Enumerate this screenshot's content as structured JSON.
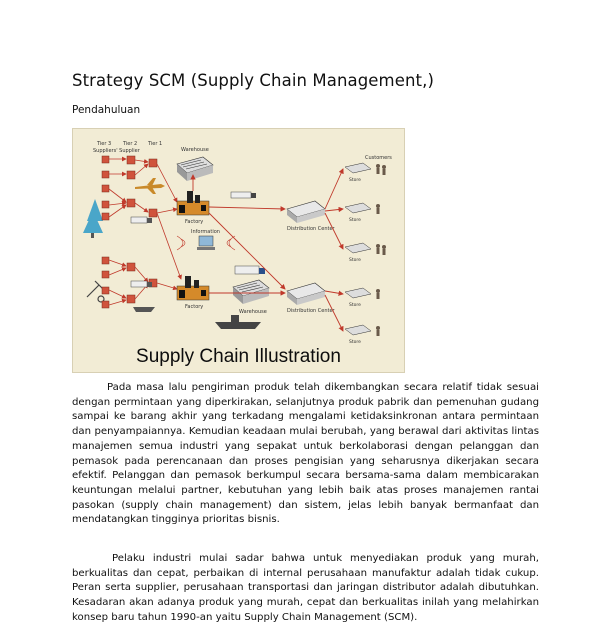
{
  "doc": {
    "title": "Strategy SCM (Supply Chain Management,)",
    "section": "Pendahuluan",
    "figure": {
      "caption": "Supply Chain Illustration",
      "labels": {
        "tier3": "Tier 3",
        "tier2": "Tier 2",
        "tier1": "Tier 1",
        "suppliers_header": "Suppliers' Supplier",
        "warehouse_top": "Warehouse",
        "factory_top": "Factory",
        "factory_bottom": "Factory",
        "information": "Information",
        "warehouse_bottom": "Warehouse",
        "distribution_top": "Distribution Center",
        "distribution_bottom": "Distribution Center",
        "customers": "Customers",
        "store": "Store"
      }
    },
    "paragraphs": [
      "Pada masa lalu pengiriman produk telah dikembangkan secara relatif tidak sesuai dengan permintaan yang diperkirakan, selanjutnya produk pabrik dan pemenuhan gudang sampai ke barang akhir yang terkadang mengalami ketidaksinkronan antara permintaan dan penyampaiannya. Kemudian keadaan mulai berubah, yang berawal dari aktivitas lintas manajemen semua industri yang sepakat untuk berkolaborasi dengan pelanggan dan pemasok pada perencanaan dan proses pengisian yang seharusnya dikerjakan secara efektif. Pelanggan dan pemasok berkumpul secara bersama-sama dalam membicarakan keuntungan melalui partner, kebutuhan yang lebih baik atas proses manajemen rantai pasokan (supply chain management) dan sistem, jelas lebih banyak bermanfaat dan mendatangkan tingginya prioritas bisnis.",
      "Pelaku industri mulai sadar bahwa untuk menyediakan produk yang murah, berkualitas dan cepat, perbaikan di internal perusahaan manufaktur adalah tidak cukup. Peran serta supplier, perusahaan transportasi dan jaringan distributor adalah dibutuhkan. Kesadaran akan adanya produk yang murah, cepat dan berkualitas inilah yang melahirkan konsep baru tahun 1990-an yaitu Supply Chain Management (SCM)."
    ],
    "colors": {
      "figure_bg": "#f2ecd5",
      "arrow": "#c0392b",
      "supplier_box": "#d0533c"
    }
  }
}
